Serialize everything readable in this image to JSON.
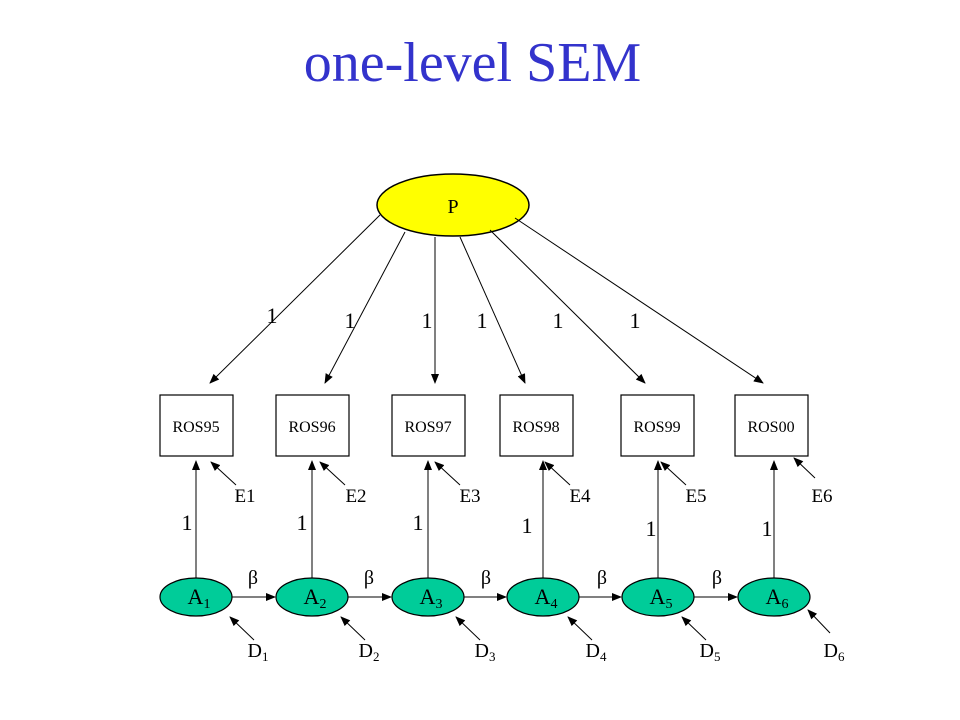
{
  "title": "one-level SEM",
  "colors": {
    "title": "#3333cc",
    "latent_p_fill": "#ffff00",
    "latent_a_fill": "#00cc99"
  },
  "latent": {
    "label": "P"
  },
  "factor_loadings": [
    "1",
    "1",
    "1",
    "1",
    "1",
    "1"
  ],
  "indicators": [
    "ROS95",
    "ROS96",
    "ROS97",
    "ROS98",
    "ROS99",
    "ROS00"
  ],
  "errors": [
    "E1",
    "E2",
    "E3",
    "E4",
    "E5",
    "E6"
  ],
  "measurement_loadings": [
    "1",
    "1",
    "1",
    "1",
    "1",
    "1"
  ],
  "states": [
    {
      "base": "A",
      "sub": "1"
    },
    {
      "base": "A",
      "sub": "2"
    },
    {
      "base": "A",
      "sub": "3"
    },
    {
      "base": "A",
      "sub": "4"
    },
    {
      "base": "A",
      "sub": "5"
    },
    {
      "base": "A",
      "sub": "6"
    }
  ],
  "autoregressive": [
    "β",
    "β",
    "β",
    "β",
    "β"
  ],
  "disturbances": [
    {
      "base": "D",
      "sub": "1"
    },
    {
      "base": "D",
      "sub": "2"
    },
    {
      "base": "D",
      "sub": "3"
    },
    {
      "base": "D",
      "sub": "4"
    },
    {
      "base": "D",
      "sub": "5"
    },
    {
      "base": "D",
      "sub": "6"
    }
  ]
}
